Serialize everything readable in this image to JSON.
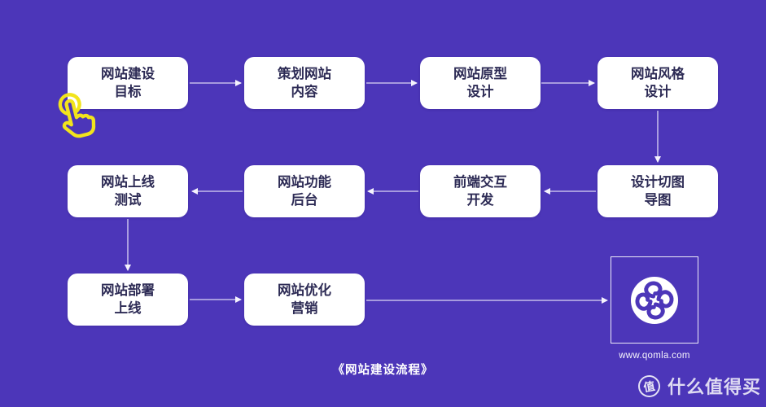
{
  "canvas": {
    "bg_color": "#4C36B9",
    "box_bg_color": "#FFFFFF",
    "box_text_color": "#2D2B55",
    "connector_color": "#DCD6F5",
    "hand_cursor_color": "#F2E41C"
  },
  "flowchart": {
    "caption": "《网站建设流程》",
    "nodes": [
      {
        "id": "website-goal",
        "lines": [
          "网站建设",
          "目标"
        ]
      },
      {
        "id": "plan-content",
        "lines": [
          "策划网站",
          "内容"
        ]
      },
      {
        "id": "prototype-design",
        "lines": [
          "网站原型",
          "设计"
        ]
      },
      {
        "id": "style-design",
        "lines": [
          "网站风格",
          "设计"
        ]
      },
      {
        "id": "launch-testing",
        "lines": [
          "网站上线",
          "测试"
        ]
      },
      {
        "id": "backend-functions",
        "lines": [
          "网站功能",
          "后台"
        ]
      },
      {
        "id": "frontend-dev",
        "lines": [
          "前端交互",
          "开发"
        ]
      },
      {
        "id": "design-slicing",
        "lines": [
          "设计切图",
          "导图"
        ]
      },
      {
        "id": "deploy-launch",
        "lines": [
          "网站部署",
          "上线"
        ]
      },
      {
        "id": "optimize-marketing",
        "lines": [
          "网站优化",
          "营销"
        ]
      }
    ]
  },
  "logo": {
    "icon": "qomla-clover-logo",
    "url": "www.qomla.com"
  },
  "watermark": {
    "badge_char": "值",
    "text": "什么值得买"
  }
}
